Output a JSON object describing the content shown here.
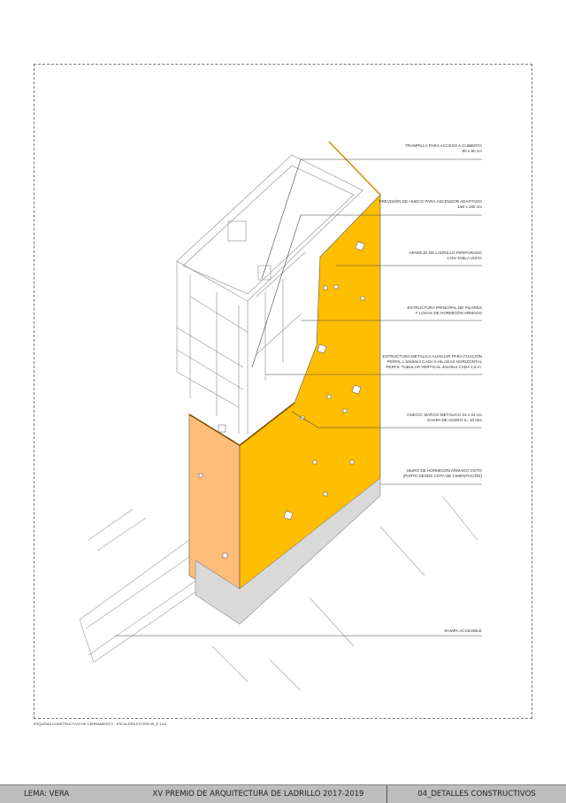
{
  "annotations": [
    "TRAMPILLA PARA ACCESO A CUBIERTA\n80 x 80 cm",
    "PREVISIÓN DE HUECO PARA ASCENSOR ADAPTADO\n160 x 165 cm",
    "APAREJO DE LADRILLO PERFORADO\nCON TABLA VISTA",
    "ESTRUCTURA PRINCIPAL DE PILARES\nY LOSAS DE HORMIGÓN ARMADO",
    "ESTRUCTURA METÁLICA AUXILIAR PARA FIJACIÓN\nPERFIL L 50x50x4 CADA 5 HILADAS HORIZONTAL\nPERFIL TUBULAR VERTICAL 40x40x4 CADA 1,5 m.",
    "HUECO:  MARCO METÁLICO 24 x 24 cm\nCHAPA DE ACERO e= 10 mm",
    "MURO DE HORMIGÓN ARMADO VISTO\n(PARTE DESDE COTA DE CIMENTACIÓN)",
    "RAMPA ACCESIBLE"
  ],
  "caption": "ESQUEMA CONSTRUCTIVO DE CERRAMIENTO - ESCALERA EXTERIOR_E 1/10",
  "footer": {
    "lema": "LEMA: VERA",
    "title": "XV PREMIO DE ARQUITECTURA DE LADRILLO 2017-2019",
    "sheet": "04_DETALLES CONSTRUCTIVOS"
  },
  "colors": {
    "brick": "#ffbe00",
    "brick_side": "#ffbd7a",
    "concrete": "#d9d9d9",
    "footer": "#bdbdbd"
  }
}
